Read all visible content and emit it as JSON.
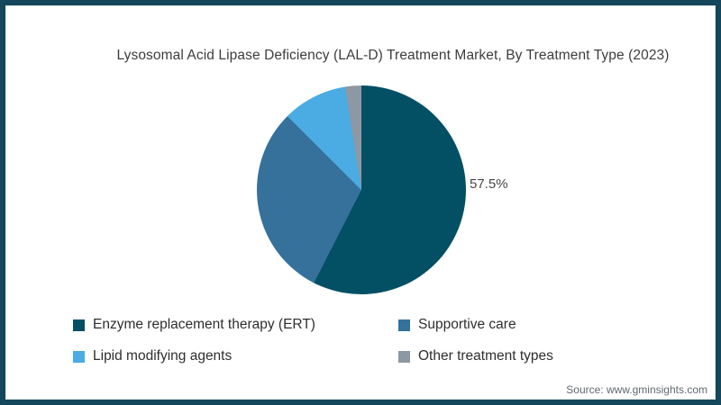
{
  "title": "Lysosomal Acid Lipase Deficiency (LAL-D) Treatment Market, By Treatment Type (2023)",
  "value_label": "57.5%",
  "source": "Source: www.gminsights.com",
  "frame": {
    "border_color": "#14465C",
    "background": "#FFFFFF"
  },
  "chart_data": {
    "type": "pie",
    "title": "Lysosomal Acid Lipase Deficiency (LAL-D) Treatment Market, By Treatment Type (2023)",
    "categories": [
      "Enzyme replacement therapy (ERT)",
      "Supportive care",
      "Lipid modifying agents",
      "Other treatment types"
    ],
    "values": [
      57.5,
      30,
      10,
      2.5
    ],
    "colors": [
      "#035064",
      "#35719B",
      "#4AACE2",
      "#8C98A4"
    ],
    "start_angle_deg": 0,
    "direction": "clockwise",
    "data_labels": [
      {
        "category": "Enzyme replacement therapy (ERT)",
        "text": "57.5%",
        "position": "right-of-pie"
      }
    ],
    "legend_position": "bottom",
    "legend_columns": 2
  }
}
